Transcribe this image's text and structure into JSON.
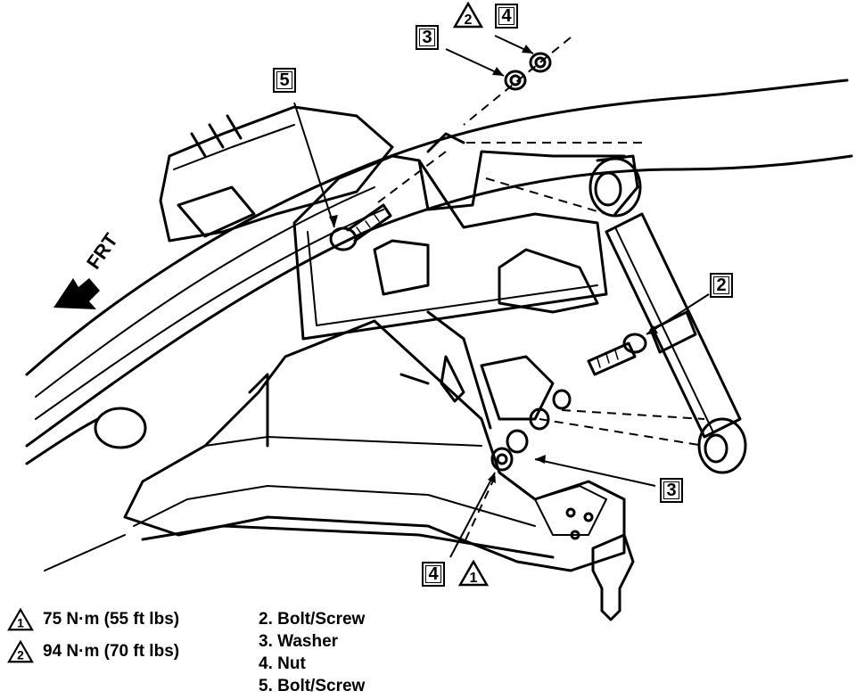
{
  "callouts": {
    "top_washer": "3",
    "top_nut": "4",
    "top_torque_ref": "2",
    "bolt_upper": "5",
    "bolt_shock": "2",
    "washer_lower": "3",
    "nut_lower": "4",
    "lower_torque_ref": "1"
  },
  "direction_label": "FRT",
  "torque_specs": [
    {
      "ref": "1",
      "text": "75 N·m (55 ft lbs)"
    },
    {
      "ref": "2",
      "text": "94 N·m (70 ft lbs)"
    }
  ],
  "parts_list": [
    "2. Bolt/Screw",
    "3. Washer",
    "4. Nut",
    "5. Bolt/Screw"
  ]
}
